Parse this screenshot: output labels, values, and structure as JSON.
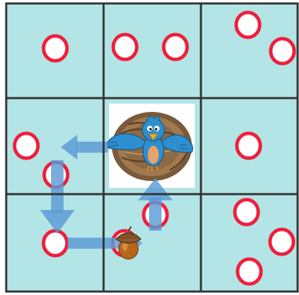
{
  "puzzle": {
    "grid": {
      "rows": 3,
      "cols": 3
    },
    "colors": {
      "cell_fill": "#b3e4e6",
      "grid_line": "#333333",
      "circle_stroke": "#ef1f3c",
      "circle_fill": "#ffffff",
      "arrow": "#5b9bd5",
      "nest_bg": "#ffffff"
    },
    "cells": [
      {
        "row": 0,
        "col": 0,
        "circle_count": 1
      },
      {
        "row": 0,
        "col": 1,
        "circle_count": 2
      },
      {
        "row": 0,
        "col": 2,
        "circle_count": 2
      },
      {
        "row": 1,
        "col": 0,
        "circle_count": 2
      },
      {
        "row": 1,
        "col": 1,
        "circle_count": 0,
        "contains": "bird-in-nest"
      },
      {
        "row": 1,
        "col": 2,
        "circle_count": 1
      },
      {
        "row": 2,
        "col": 0,
        "circle_count": 1
      },
      {
        "row": 2,
        "col": 1,
        "circle_count": 2,
        "contains": "acorn"
      },
      {
        "row": 2,
        "col": 2,
        "circle_count": 3
      }
    ],
    "path": [
      "right",
      "up",
      "left",
      "down"
    ],
    "icons": {
      "bird": "blue-bird-icon",
      "nest": "nest-icon",
      "acorn": "acorn-icon",
      "marker": "red-circle-marker"
    }
  }
}
